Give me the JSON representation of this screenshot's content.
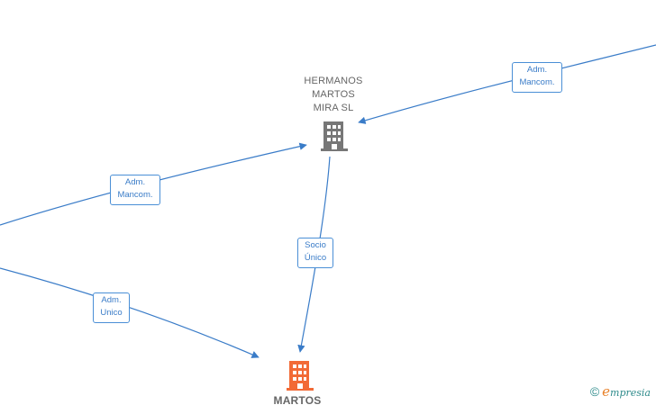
{
  "nodes": {
    "hermanos": {
      "label_lines": [
        "HERMANOS",
        "MARTOS",
        "MIRA  SL"
      ],
      "icon": "building-icon",
      "color": "#777777"
    },
    "martos": {
      "label": "MARTOS",
      "icon": "building-icon",
      "color": "#f26a36"
    }
  },
  "edges": {
    "top_right": {
      "line1": "Adm.",
      "line2": "Mancom."
    },
    "left_upper": {
      "line1": "Adm.",
      "line2": "Mancom."
    },
    "socio": {
      "line1": "Socio",
      "line2": "Único"
    },
    "left_lower": {
      "line1": "Adm.",
      "line2": "Unico"
    }
  },
  "edge_color": "#3a7cc8",
  "watermark": {
    "symbol": "©",
    "brand_initial": "e",
    "brand_rest": "mpresia"
  }
}
